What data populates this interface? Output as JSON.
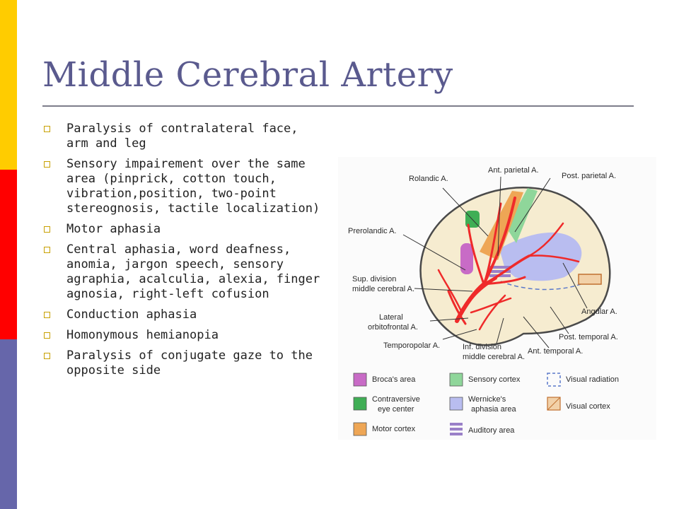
{
  "title": "Middle Cerebral Artery",
  "bullets": [
    "Paralysis of contralateral face, arm and leg",
    "Sensory impairement over the same area (pinprick, cotton touch, vibration,position, two-point stereognosis, tactile localization)",
    "Motor aphasia",
    "Central aphasia, word deafness, anomia, jargon speech, sensory agraphia, acalculia, alexia, finger agnosia, right-left cofusion",
    "Conduction aphasia",
    "Homonymous hemianopia",
    "Paralysis of conjugate gaze to the opposite side"
  ],
  "diagram": {
    "labels": {
      "rolandic": "Rolandic A.",
      "ant_parietal": "Ant. parietal A.",
      "post_parietal": "Post. parietal A.",
      "prerolandic": "Prerolandic A.",
      "sup_division_1": "Sup. division",
      "sup_division_2": "middle cerebral A.",
      "lateral_1": "Lateral",
      "lateral_2": "orbitofrontal A.",
      "temporopolar": "Temporopolar A.",
      "inf_division_1": "Inf. division",
      "inf_division_2": "middle cerebral A.",
      "ant_temporal": "Ant. temporal A.",
      "post_temporal": "Post. temporal A.",
      "angular": "Angular A."
    },
    "legend": [
      {
        "label": "Broca's area",
        "color": "#c86bc6"
      },
      {
        "label": "Sensory cortex",
        "color": "#8fd69a"
      },
      {
        "label": "Visual radiation",
        "color": "#5b79c9"
      },
      {
        "label": "Contraversive",
        "label2": "eye center",
        "color": "#3fae55"
      },
      {
        "label": "Wernicke's",
        "label2": "aphasia area",
        "color": "#b9bdf0"
      },
      {
        "label": "Visual cortex",
        "color": "#e8a06a"
      },
      {
        "label": "Motor cortex",
        "color": "#eea655"
      },
      {
        "label": "Auditory area",
        "color": "#9a80c8"
      }
    ]
  }
}
